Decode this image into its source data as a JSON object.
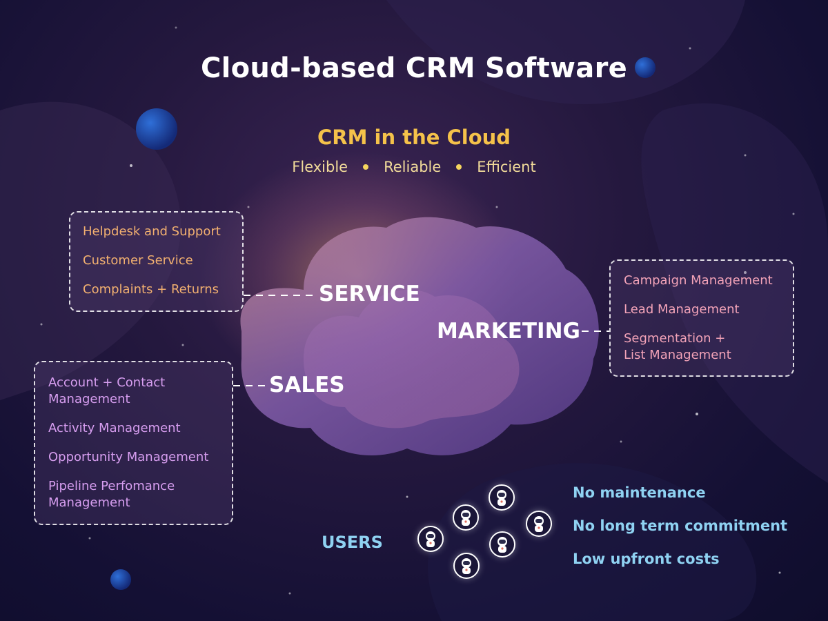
{
  "title": "Cloud-based CRM Software",
  "subtitle": "CRM in the Cloud",
  "tagline": [
    "Flexible",
    "Reliable",
    "Efficient"
  ],
  "service": {
    "label": "SERVICE",
    "items": [
      "Helpdesk and Support",
      "Customer Service",
      "Complaints + Returns"
    ]
  },
  "marketing": {
    "label": "MARKETING",
    "items": [
      "Campaign Management",
      "Lead Management",
      "Segmentation +\nList Management"
    ]
  },
  "sales": {
    "label": "SALES",
    "items": [
      "Account + Contact\nManagement",
      "Activity Management",
      "Opportunity Management",
      "Pipeline Perfomance\nManagement"
    ]
  },
  "users": {
    "label": "USERS",
    "icon": "astronaut-icon",
    "count": 6
  },
  "benefits": [
    "No maintenance",
    "No long term commitment",
    "Low upfront costs"
  ],
  "colors": {
    "title": "#ffffff",
    "subtitle": "#f5c24a",
    "service_items": "#f2b070",
    "marketing_items": "#f3a3b8",
    "sales_items": "#d79ef0",
    "users": "#8fd2f2"
  }
}
